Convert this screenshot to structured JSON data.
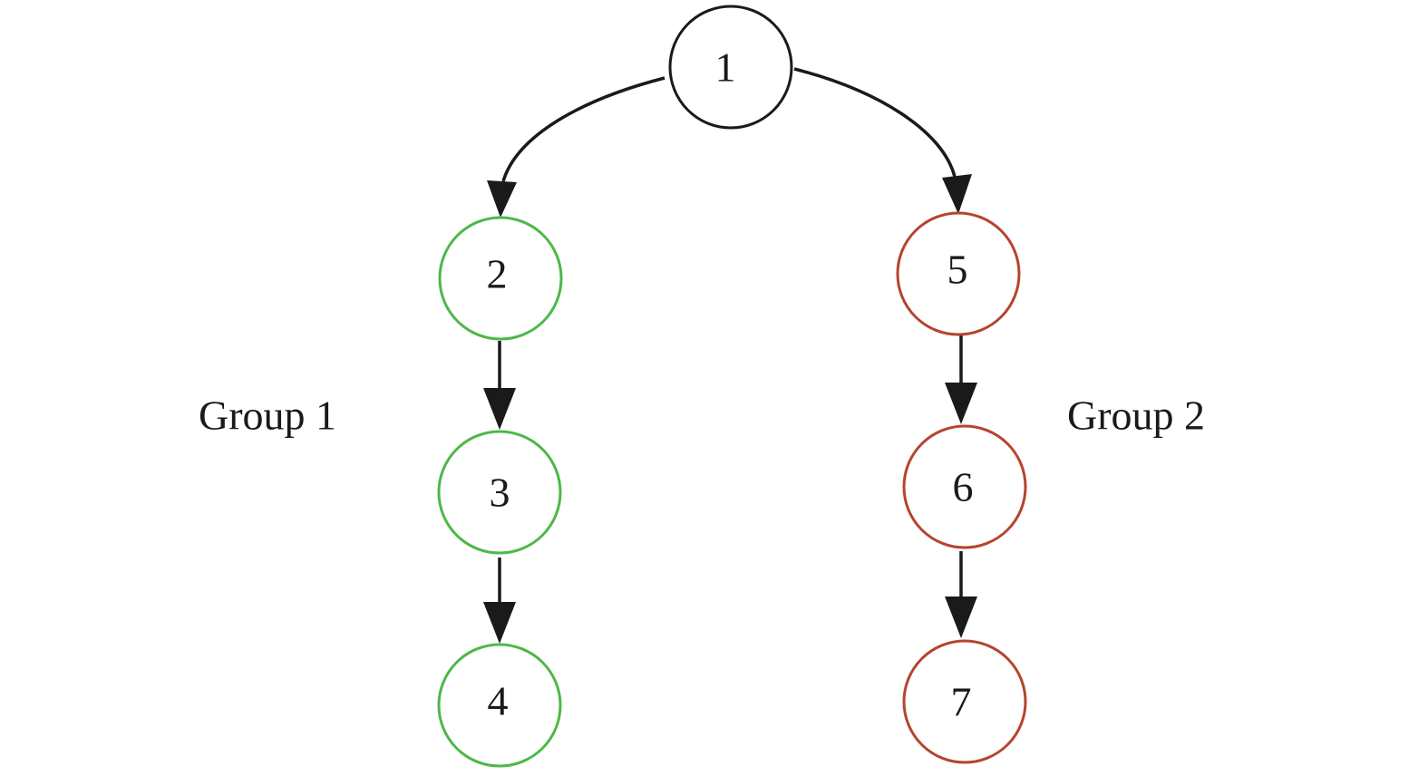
{
  "colors": {
    "root": "#1a1a1a",
    "group1": "#4db848",
    "group2": "#b5442f",
    "edge": "#1a1a1a"
  },
  "nodes": {
    "n1": "1",
    "n2": "2",
    "n3": "3",
    "n4": "4",
    "n5": "5",
    "n6": "6",
    "n7": "7"
  },
  "groups": {
    "group1": "Group 1",
    "group2": "Group 2"
  }
}
